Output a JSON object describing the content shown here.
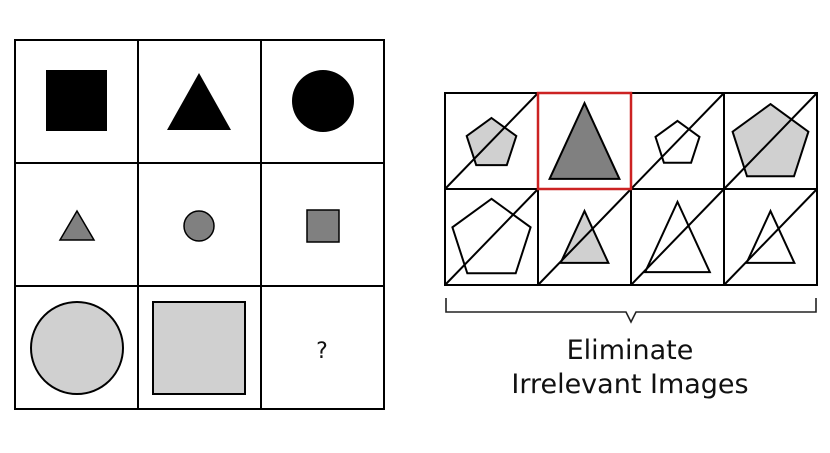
{
  "matrix_puzzle": {
    "missing_cell_label": "?",
    "colors": {
      "black": "#000000",
      "dark_gray": "#808080",
      "light_gray": "#d0d0d0"
    }
  },
  "answer_options": {
    "selected_color": "#cc2222",
    "options": [
      {
        "shape": "pentagon",
        "fill": "light_gray",
        "crossed": true
      },
      {
        "shape": "triangle",
        "fill": "dark_gray",
        "crossed": false,
        "selected": true
      },
      {
        "shape": "pentagon",
        "fill": "white",
        "crossed": true
      },
      {
        "shape": "pentagon",
        "fill": "light_gray",
        "crossed": true
      },
      {
        "shape": "pentagon",
        "fill": "white",
        "crossed": true
      },
      {
        "shape": "triangle",
        "fill": "light_gray",
        "crossed": true
      },
      {
        "shape": "triangle",
        "fill": "white",
        "crossed": true
      },
      {
        "shape": "triangle",
        "fill": "white",
        "crossed": true
      }
    ]
  },
  "caption": {
    "line1": "Eliminate",
    "line2": "Irrelevant Images"
  }
}
